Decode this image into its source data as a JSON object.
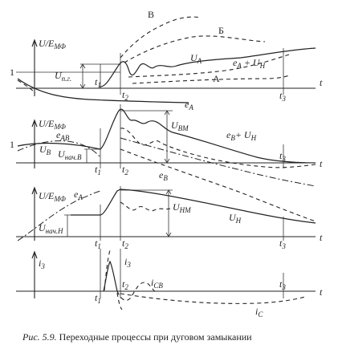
{
  "labels": {
    "top_V": "В",
    "top_B": "Б",
    "top_A": "А",
    "one_top": "1",
    "one_mid": "1",
    "y1_label": "U/E",
    "y1_sub": "МФ",
    "y2_label": "U/E",
    "y2_sub": "МФ",
    "y3_label": "U/E",
    "y3_sub": "МФ",
    "U_pg": "U",
    "U_pg_sub": "п.г.",
    "U_A": "U",
    "U_A_sub": "A",
    "eA_plus_UN": "e",
    "eA_plus_UN_sub": "A",
    "eA_plus_UN_rest": " + U",
    "eA_plus_UN_sub2": "Н",
    "e_A": "e",
    "e_A_sub": "A",
    "e_AB": "e",
    "e_AB_sub": "AB",
    "U_B": "U",
    "U_B_sub": "B",
    "U_nach_B": "U",
    "U_nach_B_sub": "нач.B",
    "U_VM": "U",
    "U_VM_sub": "ВМ",
    "eB_plus_UN": "e",
    "eB_plus_UN_sub": "B",
    "eB_plus_UN_rest": "+ U",
    "eB_plus_UN_sub2": "Н",
    "e_B": "e",
    "e_B_sub": "B",
    "e_A2": "e",
    "e_A2_sub": "A",
    "U_NM": "U",
    "U_NM_sub": "НМ",
    "U_N": "U",
    "U_N_sub": "Н",
    "U_nach_N": "U",
    "U_nach_N_sub": "нач.Н",
    "i3_axis": "i",
    "i3_axis_sub": "3",
    "i3_curve": "i",
    "i3_curve_sub": "3",
    "i_CV": "i",
    "i_CV_sub": "CB",
    "i_C": "i",
    "i_C_sub": "C",
    "t": "t",
    "t1": "t",
    "t1_sub": "1",
    "t2": "t",
    "t2_sub": "2",
    "t3": "t",
    "t3_sub": "3"
  },
  "caption": {
    "prefix": "Рис.  5.9.",
    "text": " Переходные процессы при дуговом замыкании"
  }
}
